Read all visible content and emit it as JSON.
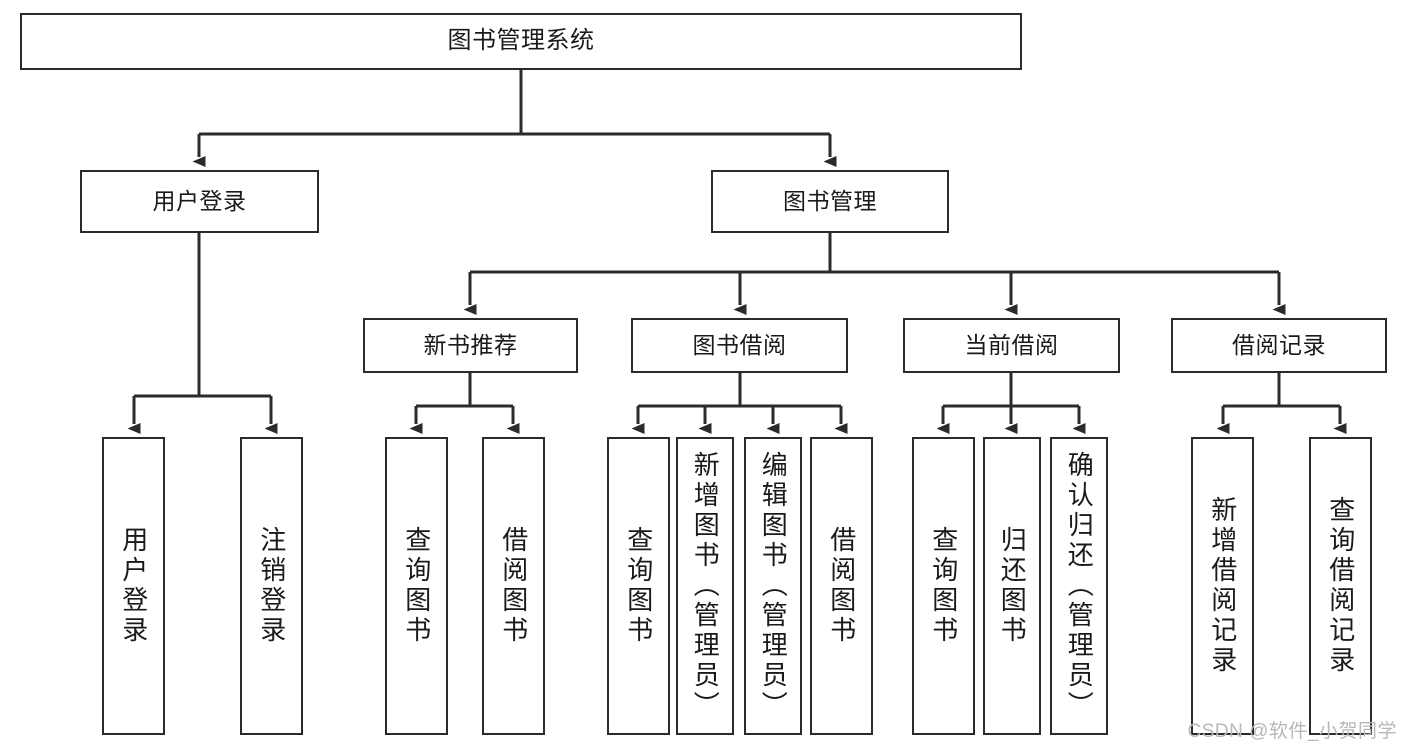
{
  "diagram": {
    "title": "图书管理系统",
    "type": "tree-hierarchy-chart",
    "colors": {
      "box_border": "#2b2b2b",
      "box_fill": "#ffffff",
      "edge": "#2b2b2b",
      "background": "#ffffff",
      "watermark": "#b8b8b8"
    },
    "nodes": {
      "root": {
        "label": "图书管理系统"
      },
      "level2": [
        {
          "label": "用户登录"
        },
        {
          "label": "图书管理"
        }
      ],
      "level3": [
        {
          "label": "新书推荐"
        },
        {
          "label": "图书借阅"
        },
        {
          "label": "当前借阅"
        },
        {
          "label": "借阅记录"
        }
      ],
      "leaves": {
        "user_login": [
          {
            "label": "用户登录"
          },
          {
            "label": "注销登录"
          }
        ],
        "new_book_recommend": [
          {
            "label": "查询图书"
          },
          {
            "label": "借阅图书"
          }
        ],
        "book_borrow": [
          {
            "label": "查询图书"
          },
          {
            "label": "新增图书（管理员）"
          },
          {
            "label": "编辑图书（管理员）"
          },
          {
            "label": "借阅图书"
          }
        ],
        "current_borrow": [
          {
            "label": "查询图书"
          },
          {
            "label": "归还图书"
          },
          {
            "label": "确认归还（管理员）"
          }
        ],
        "borrow_record": [
          {
            "label": "新增借阅记录"
          },
          {
            "label": "查询借阅记录"
          }
        ]
      }
    }
  },
  "watermark": {
    "text": "CSDN @软件_小贺同学"
  }
}
